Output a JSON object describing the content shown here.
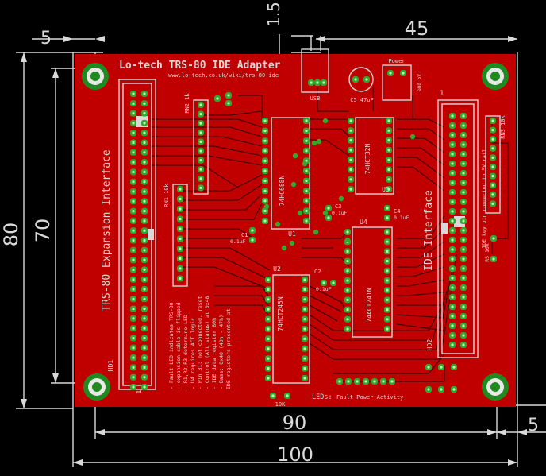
{
  "board": {
    "title": "Lo-tech TRS-80 IDE Adapter",
    "url": "www.lo-tech.co.uk/wiki/trs-80-ide",
    "colors": {
      "background": "#000000",
      "board": "#c00000",
      "trace": "#4a0000",
      "pad": "#2eaa2e",
      "silk": "#d8d8d8",
      "dim": "#d9d9d9"
    }
  },
  "dimensions": {
    "top_left": "5",
    "top_small": "1.5",
    "top_span": "45",
    "left_outer": "80",
    "left_inner": "70",
    "bottom_inner": "90",
    "bottom_right": "5",
    "bottom_outer": "100"
  },
  "silkscreen": {
    "expansion_interface": "TRS-80 Expansion Interface",
    "ide_interface": "IDE Interface",
    "ide_note": "IDE key pin connected to 5V rail",
    "hd1": "HD1",
    "hd2": "HD2",
    "pin1_left": "1",
    "pin1_right": "1",
    "usb": "USB",
    "power": "Power",
    "power_pins": "Gnd 5V",
    "c5": "C5 47uF",
    "u1": "U1",
    "u1_part": "74HC688N",
    "u2": "U2",
    "u2_part": "74HCT245N",
    "u3": "U3",
    "u3_part": "74HCT32N",
    "u4": "U4",
    "u4_part": "74ACT241N",
    "c1": "C1",
    "c1_val": "0.1uF",
    "c2": "C2",
    "c2_val": "0.1uF",
    "c3": "C3",
    "c3_val": "0.1uF",
    "c4": "C4",
    "c4_val": "0.1uF",
    "rn1": "RN1 10k",
    "rn2": "RN2 1k",
    "rn3": "RN3 10k",
    "r5": "R5 10k",
    "r6": "10K",
    "leds": "LEDs:",
    "leds_list": "Fault Power Activity",
    "notes": [
      "IDE registers presented at",
      "- Base: 0x40 (40h - 47h)",
      "- IDE data register 80h",
      "- Control (Alt status) at 0x48",
      "- Pin 31: not connected, reset",
      "- U4 requires ACT logic",
      "- R1,R2,R3 determine LED",
      "- expansion cable is flipped",
      "- Fault LED indicates TRS-80"
    ]
  }
}
